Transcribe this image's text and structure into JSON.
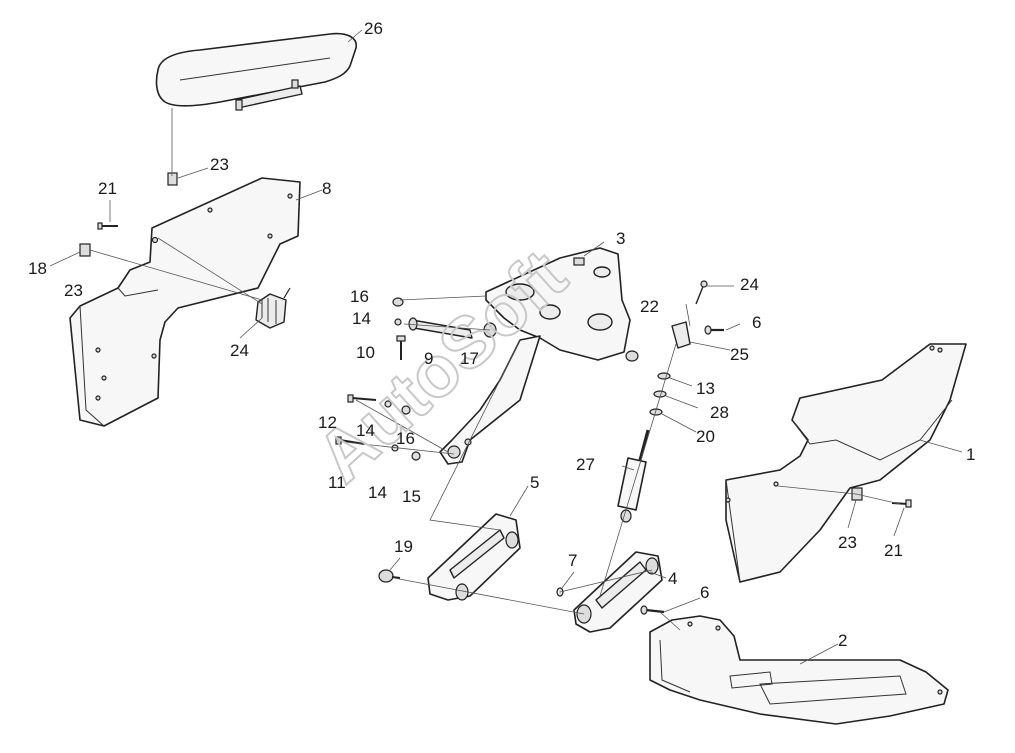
{
  "watermark": "AutoSoft",
  "callouts": [
    {
      "id": "c26",
      "text": "26"
    },
    {
      "id": "c23a",
      "text": "23"
    },
    {
      "id": "c21a",
      "text": "21"
    },
    {
      "id": "c8",
      "text": "8"
    },
    {
      "id": "c18",
      "text": "18"
    },
    {
      "id": "c23b",
      "text": "23"
    },
    {
      "id": "c24a",
      "text": "24"
    },
    {
      "id": "c3",
      "text": "3"
    },
    {
      "id": "c24b",
      "text": "24"
    },
    {
      "id": "c16a",
      "text": "16"
    },
    {
      "id": "c22",
      "text": "22"
    },
    {
      "id": "c6a",
      "text": "6"
    },
    {
      "id": "c14a",
      "text": "14"
    },
    {
      "id": "c10",
      "text": "10"
    },
    {
      "id": "c9",
      "text": "9"
    },
    {
      "id": "c17",
      "text": "17"
    },
    {
      "id": "c25",
      "text": "25"
    },
    {
      "id": "c13",
      "text": "13"
    },
    {
      "id": "c28",
      "text": "28"
    },
    {
      "id": "c12",
      "text": "12"
    },
    {
      "id": "c14b",
      "text": "14"
    },
    {
      "id": "c16b",
      "text": "16"
    },
    {
      "id": "c20",
      "text": "20"
    },
    {
      "id": "c1",
      "text": "1"
    },
    {
      "id": "c11",
      "text": "11"
    },
    {
      "id": "c14c",
      "text": "14"
    },
    {
      "id": "c15",
      "text": "15"
    },
    {
      "id": "c27",
      "text": "27"
    },
    {
      "id": "c5",
      "text": "5"
    },
    {
      "id": "c23c",
      "text": "23"
    },
    {
      "id": "c21b",
      "text": "21"
    },
    {
      "id": "c19",
      "text": "19"
    },
    {
      "id": "c7",
      "text": "7"
    },
    {
      "id": "c4",
      "text": "4"
    },
    {
      "id": "c6b",
      "text": "6"
    },
    {
      "id": "c2",
      "text": "2"
    }
  ]
}
